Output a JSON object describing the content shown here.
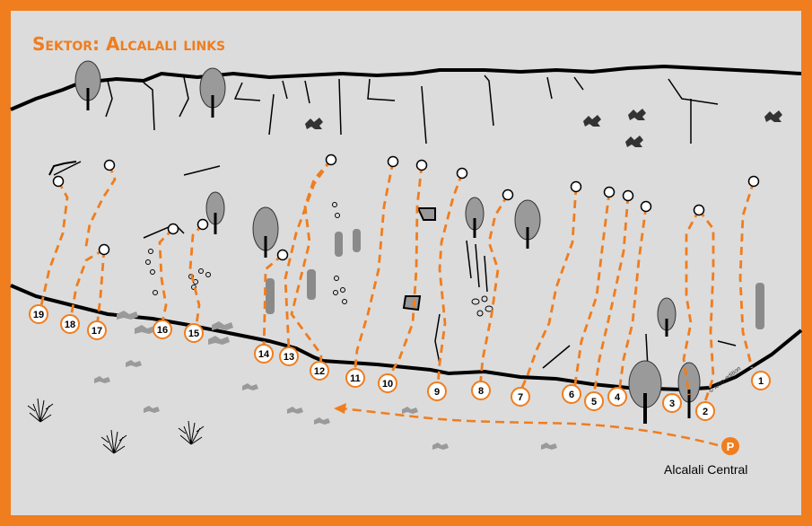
{
  "sector_title": "Sektor: Alcalali links",
  "parking": {
    "symbol": "P",
    "label": "Alcalali Central"
  },
  "copyright": "© lobo-edition",
  "colors": {
    "frame": "#f07d1e",
    "route": "#f07d1e",
    "background": "#dcdcdc",
    "rock": "#000000",
    "vegetation": "#8a8a8a"
  },
  "routes": [
    "1",
    "2",
    "3",
    "4",
    "5",
    "6",
    "7",
    "8",
    "9",
    "10",
    "11",
    "12",
    "13",
    "14",
    "15",
    "16",
    "17",
    "18",
    "19"
  ]
}
